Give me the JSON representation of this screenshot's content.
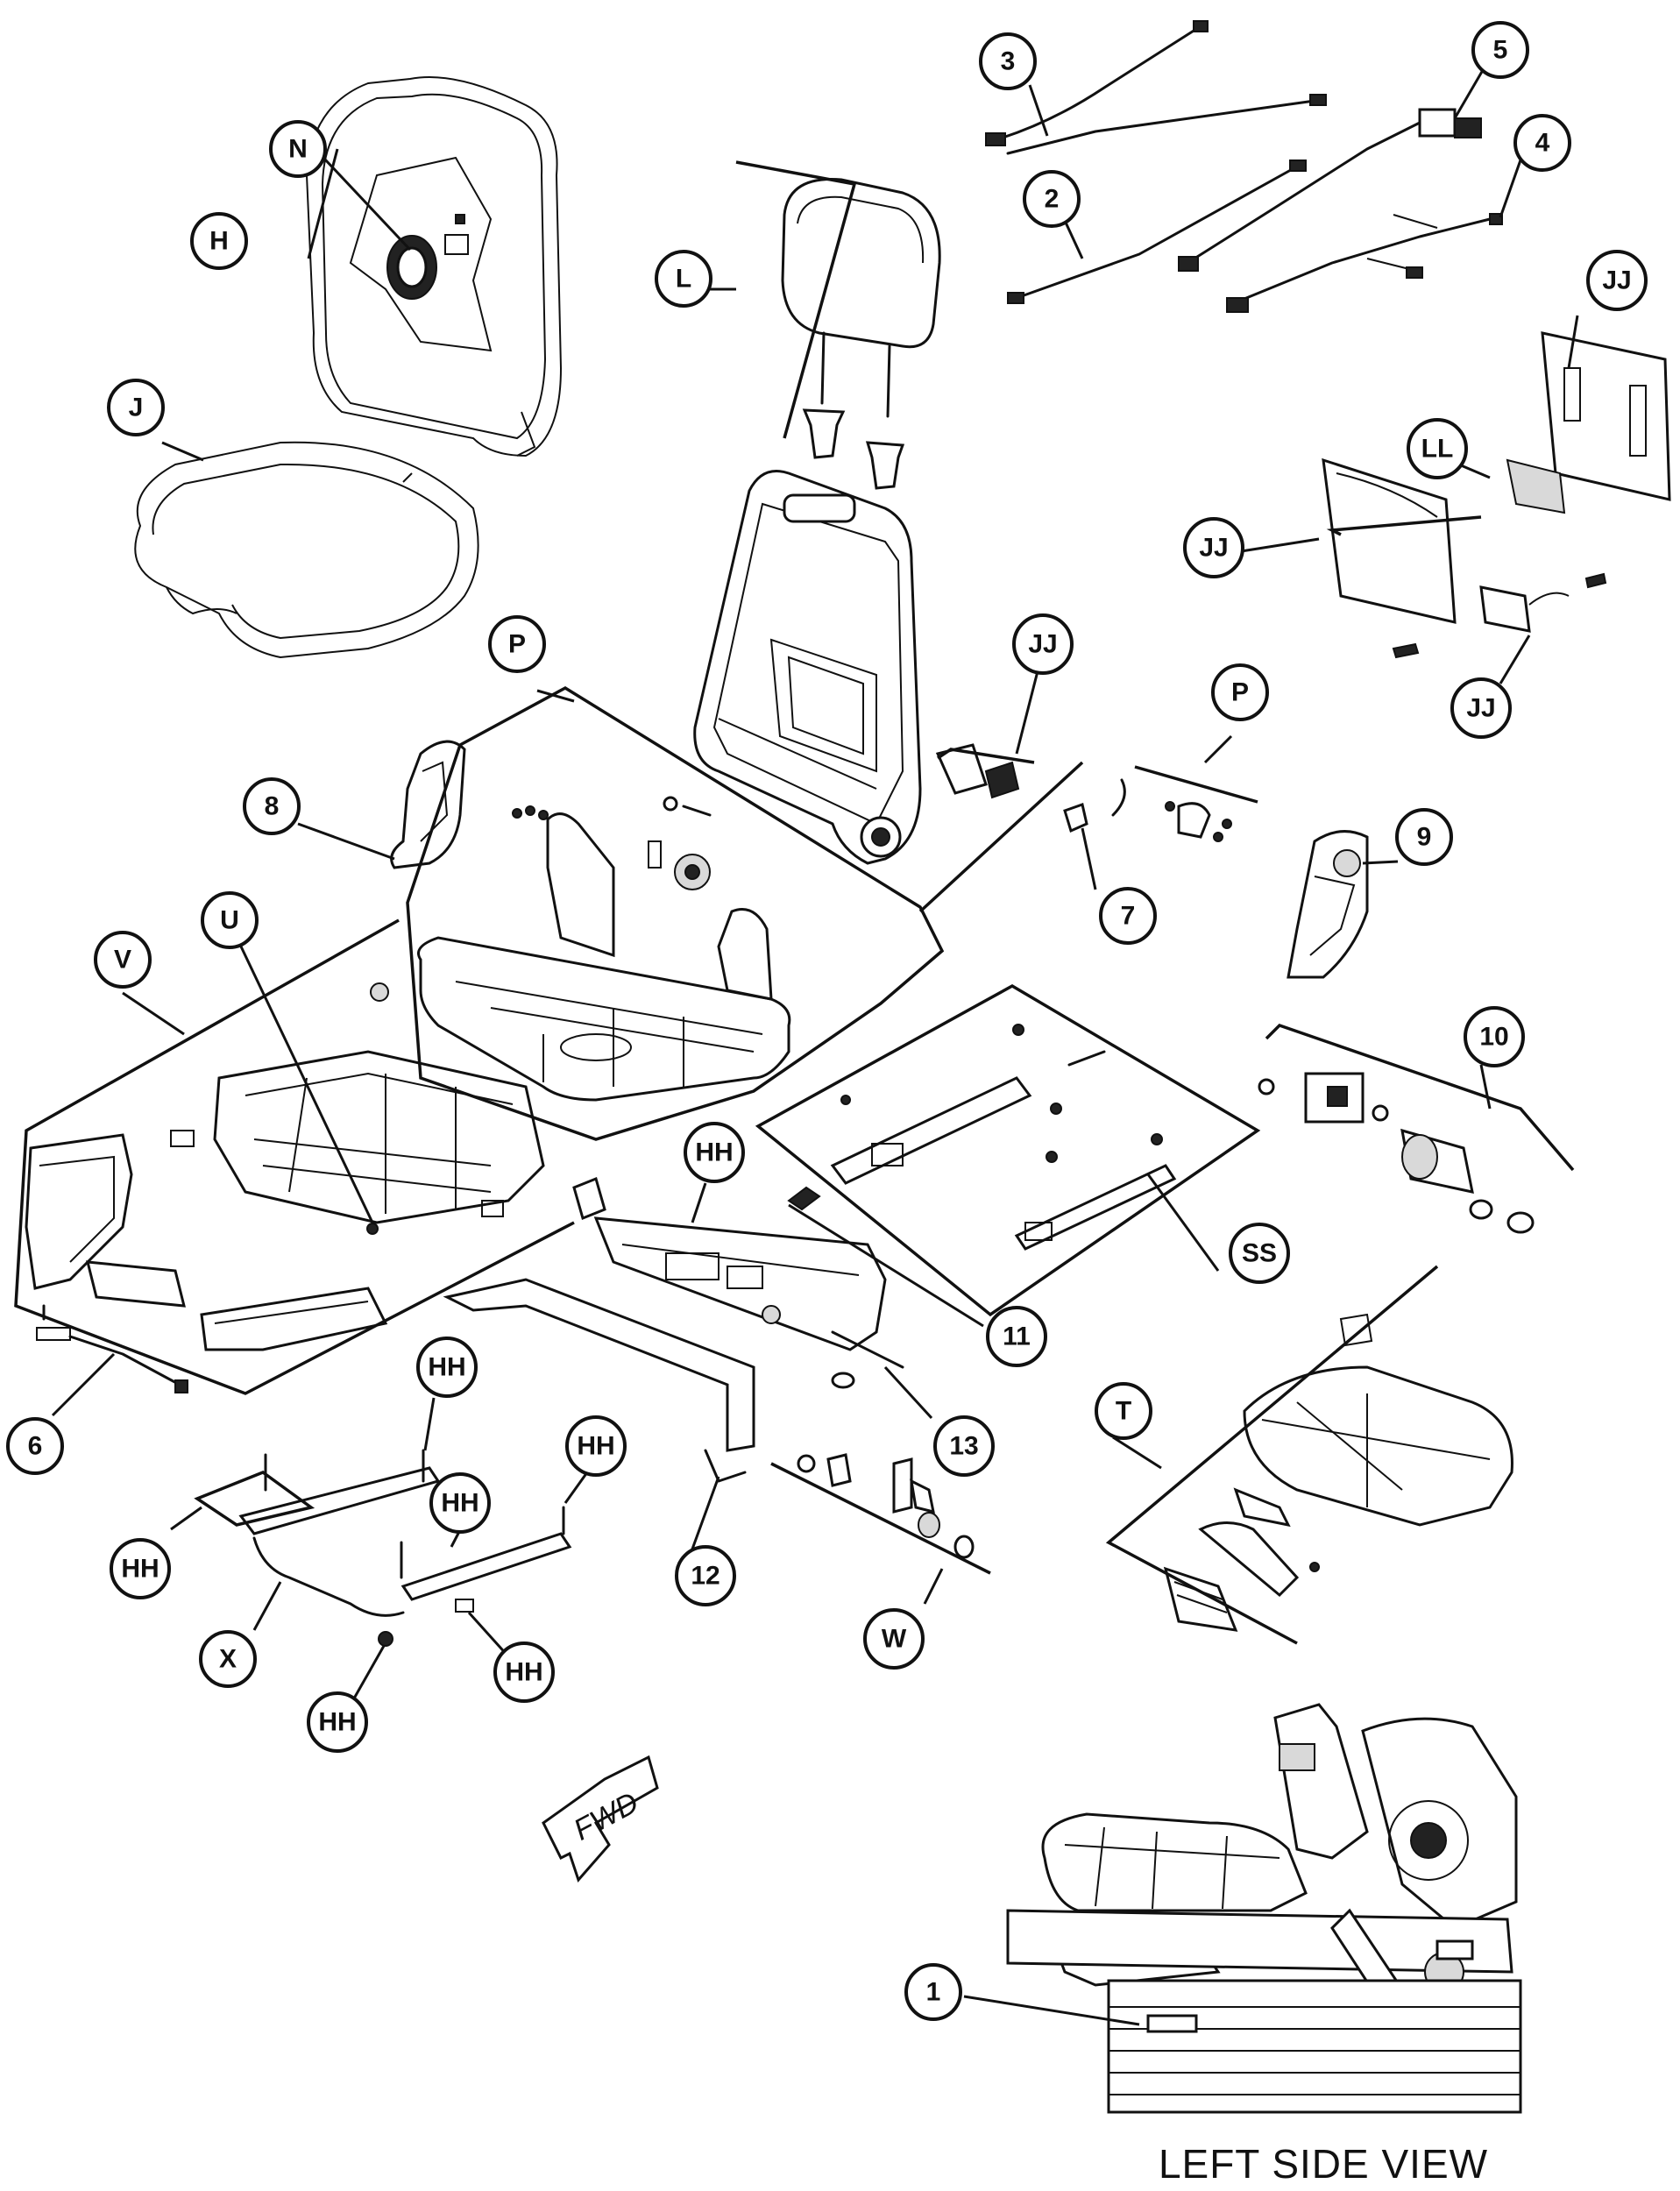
{
  "callouts": {
    "c_N": "N",
    "c_H": "H",
    "c_J": "J",
    "c_L": "L",
    "c_3": "3",
    "c_2": "2",
    "c_5": "5",
    "c_4": "4",
    "c_JJ_a": "JJ",
    "c_LL": "LL",
    "c_JJ_b": "JJ",
    "c_JJ_c": "JJ",
    "c_JJ_d": "JJ",
    "c_P_a": "P",
    "c_P_b": "P",
    "c_8": "8",
    "c_7": "7",
    "c_9": "9",
    "c_U": "U",
    "c_V": "V",
    "c_10": "10",
    "c_HH_a": "HH",
    "c_SS": "SS",
    "c_11": "11",
    "c_6": "6",
    "c_13": "13",
    "c_T": "T",
    "c_HH_b": "HH",
    "c_HH_c": "HH",
    "c_HH_d": "HH",
    "c_HH_e": "HH",
    "c_12": "12",
    "c_W": "W",
    "c_X": "X",
    "c_HH_f": "HH",
    "c_HH_g": "HH",
    "c_1": "1"
  },
  "fwd_arrow_label": "FWD",
  "view_caption": "LEFT SIDE VIEW"
}
